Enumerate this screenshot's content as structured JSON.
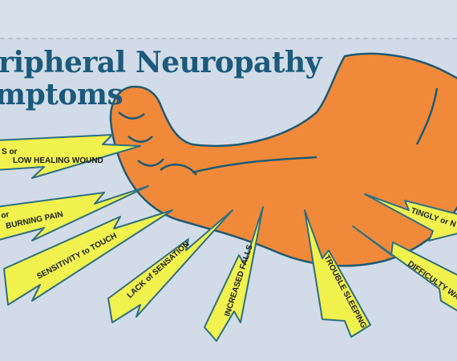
{
  "title": {
    "line1": "ripheral Neuropathy",
    "line2": "mptoms"
  },
  "symptoms": [
    {
      "id": "sores",
      "text": "S or"
    },
    {
      "id": "sores2",
      "text": "LOW HEALING WOUND"
    },
    {
      "id": "burning-a",
      "text": "or"
    },
    {
      "id": "burning-b",
      "text": "BURNING PAIN"
    },
    {
      "id": "sensitivity",
      "text": "SENSITIVITY to TOUCH"
    },
    {
      "id": "lack",
      "text": "LACK of SENSATION"
    },
    {
      "id": "falls",
      "text": "INCREASED FALLS"
    },
    {
      "id": "sleeping",
      "text": "TROUBLE SLEEPING"
    },
    {
      "id": "tingly",
      "text": "TINGLY or N"
    },
    {
      "id": "difficulty",
      "text": "DIFFICULTY WA"
    }
  ],
  "colors": {
    "background": "#d2dce8",
    "title": "#1b5a7c",
    "foot": "#f08a3a",
    "foot_outline": "#1f5a73",
    "bolt": "#f1f24e",
    "bolt_outline": "#2e6f82"
  }
}
